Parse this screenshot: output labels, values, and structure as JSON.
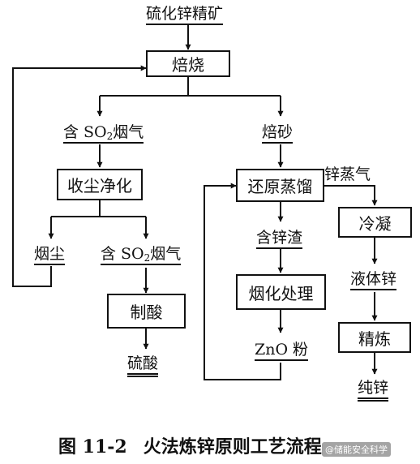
{
  "diagram": {
    "input": "硫化锌精矿",
    "nodes": {
      "roasting": "焙烧",
      "dust_collection": "收尘净化",
      "acid_making": "制酸",
      "reduction_distillation": "还原蒸馏",
      "condensation": "冷凝",
      "fuming": "烟化处理",
      "refining": "精炼"
    },
    "labels": {
      "so2_gas_1_prefix": "含 SO",
      "so2_gas_1_sub": "2",
      "so2_gas_1_suffix": "烟气",
      "calcine": "焙砂",
      "dust": "烟尘",
      "so2_gas_2_prefix": "含 SO",
      "so2_gas_2_sub": "2",
      "so2_gas_2_suffix": "烟气",
      "zinc_vapor": "锌蒸气",
      "zinc_residue": "含锌渣",
      "liquid_zinc": "液体锌",
      "zno_powder": "ZnO 粉"
    },
    "products": {
      "sulfuric_acid": "硫酸",
      "pure_zinc": "纯锌"
    }
  },
  "caption": {
    "number": "图 11-2",
    "title": "火法炼锌原则工艺流程"
  },
  "watermark": "@储能安全科学"
}
